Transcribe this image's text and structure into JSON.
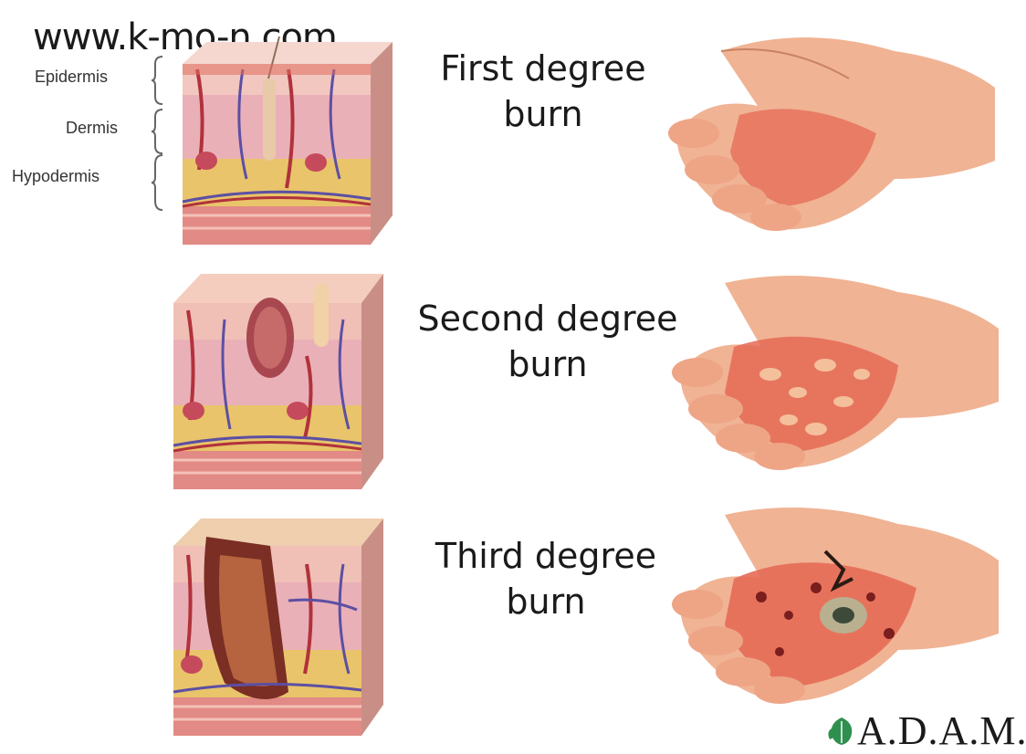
{
  "watermark": "www.k-mo-n.com",
  "layers": {
    "epidermis": "Epidermis",
    "dermis": "Dermis",
    "hypodermis": "Hypodermis"
  },
  "burns": [
    {
      "line1": "First degree",
      "line2": "burn"
    },
    {
      "line1": "Second degree",
      "line2": "burn"
    },
    {
      "line1": "Third degree",
      "line2": "burn"
    }
  ],
  "logo": {
    "text": "A.D.A.M."
  },
  "colors": {
    "epidermis": "#f2c7bf",
    "dermis": "#eab0b8",
    "fat": "#e9c46a",
    "muscle": "#e28a85",
    "vessel": "#5c4fa3",
    "artery": "#b1323b",
    "skin": "#f0b394",
    "burn": "#e56a55",
    "logo_green": "#2f8f4e"
  }
}
